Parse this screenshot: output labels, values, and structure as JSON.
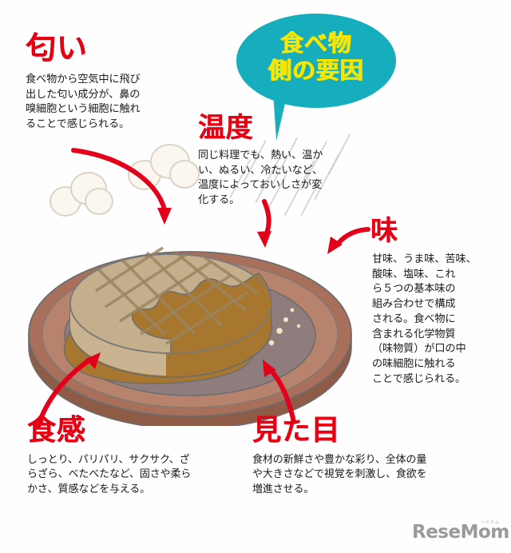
{
  "poster": {
    "bubble": {
      "line1": "食べ物",
      "line2": "側の要因",
      "bg_color": "#16AEBC",
      "text_color": "#F7E600"
    },
    "heading_color": "#E60012",
    "sections": [
      {
        "id": "smell",
        "heading": "匂い",
        "lines": [
          "食べ物から空気中に飛び",
          "出した匂い成分が、鼻の",
          "嗅細胞という細胞に触れ",
          "ることで感じられる。"
        ]
      },
      {
        "id": "temperature",
        "heading": "温度",
        "lines": [
          "同じ料理でも、熱い、温か",
          "い、ぬるい、冷たいなど、",
          "温度によっておいしさが変",
          "化する。"
        ]
      },
      {
        "id": "taste",
        "heading": "味",
        "lines": [
          "甘味、うま味、苦味、",
          "酸味、塩味、これ",
          "ら５つの基本味の",
          "組み合わせで構成",
          "される。食べ物に",
          "含まれる化学物質",
          "（味物質）が口の中",
          "の味細胞に触れる",
          "ことで感じられる。"
        ]
      },
      {
        "id": "texture",
        "heading": "食感",
        "lines": [
          "しっとり、パリパリ、サクサク、ざ",
          "らざら、べたべたなど、固さや柔ら",
          "かさ、質感などを与える。"
        ]
      },
      {
        "id": "appearance",
        "heading": "見た目",
        "lines": [
          "食材の新鮮さや豊かな彩り、全体の量",
          "や大きさなどで視覚を刺激し、食欲を",
          "増進させる。"
        ]
      }
    ],
    "illustration": {
      "name": "hamburg-steak-on-wooden-plate",
      "plate_rim_color": "#A8705A",
      "plate_inner_color": "#8A7878",
      "patty_color": "#C9B391",
      "sauce_color": "#A8772F"
    },
    "arrow_color": "#E2001A",
    "logo": {
      "text": "ReseMom",
      "ruby": "リセマム"
    }
  }
}
